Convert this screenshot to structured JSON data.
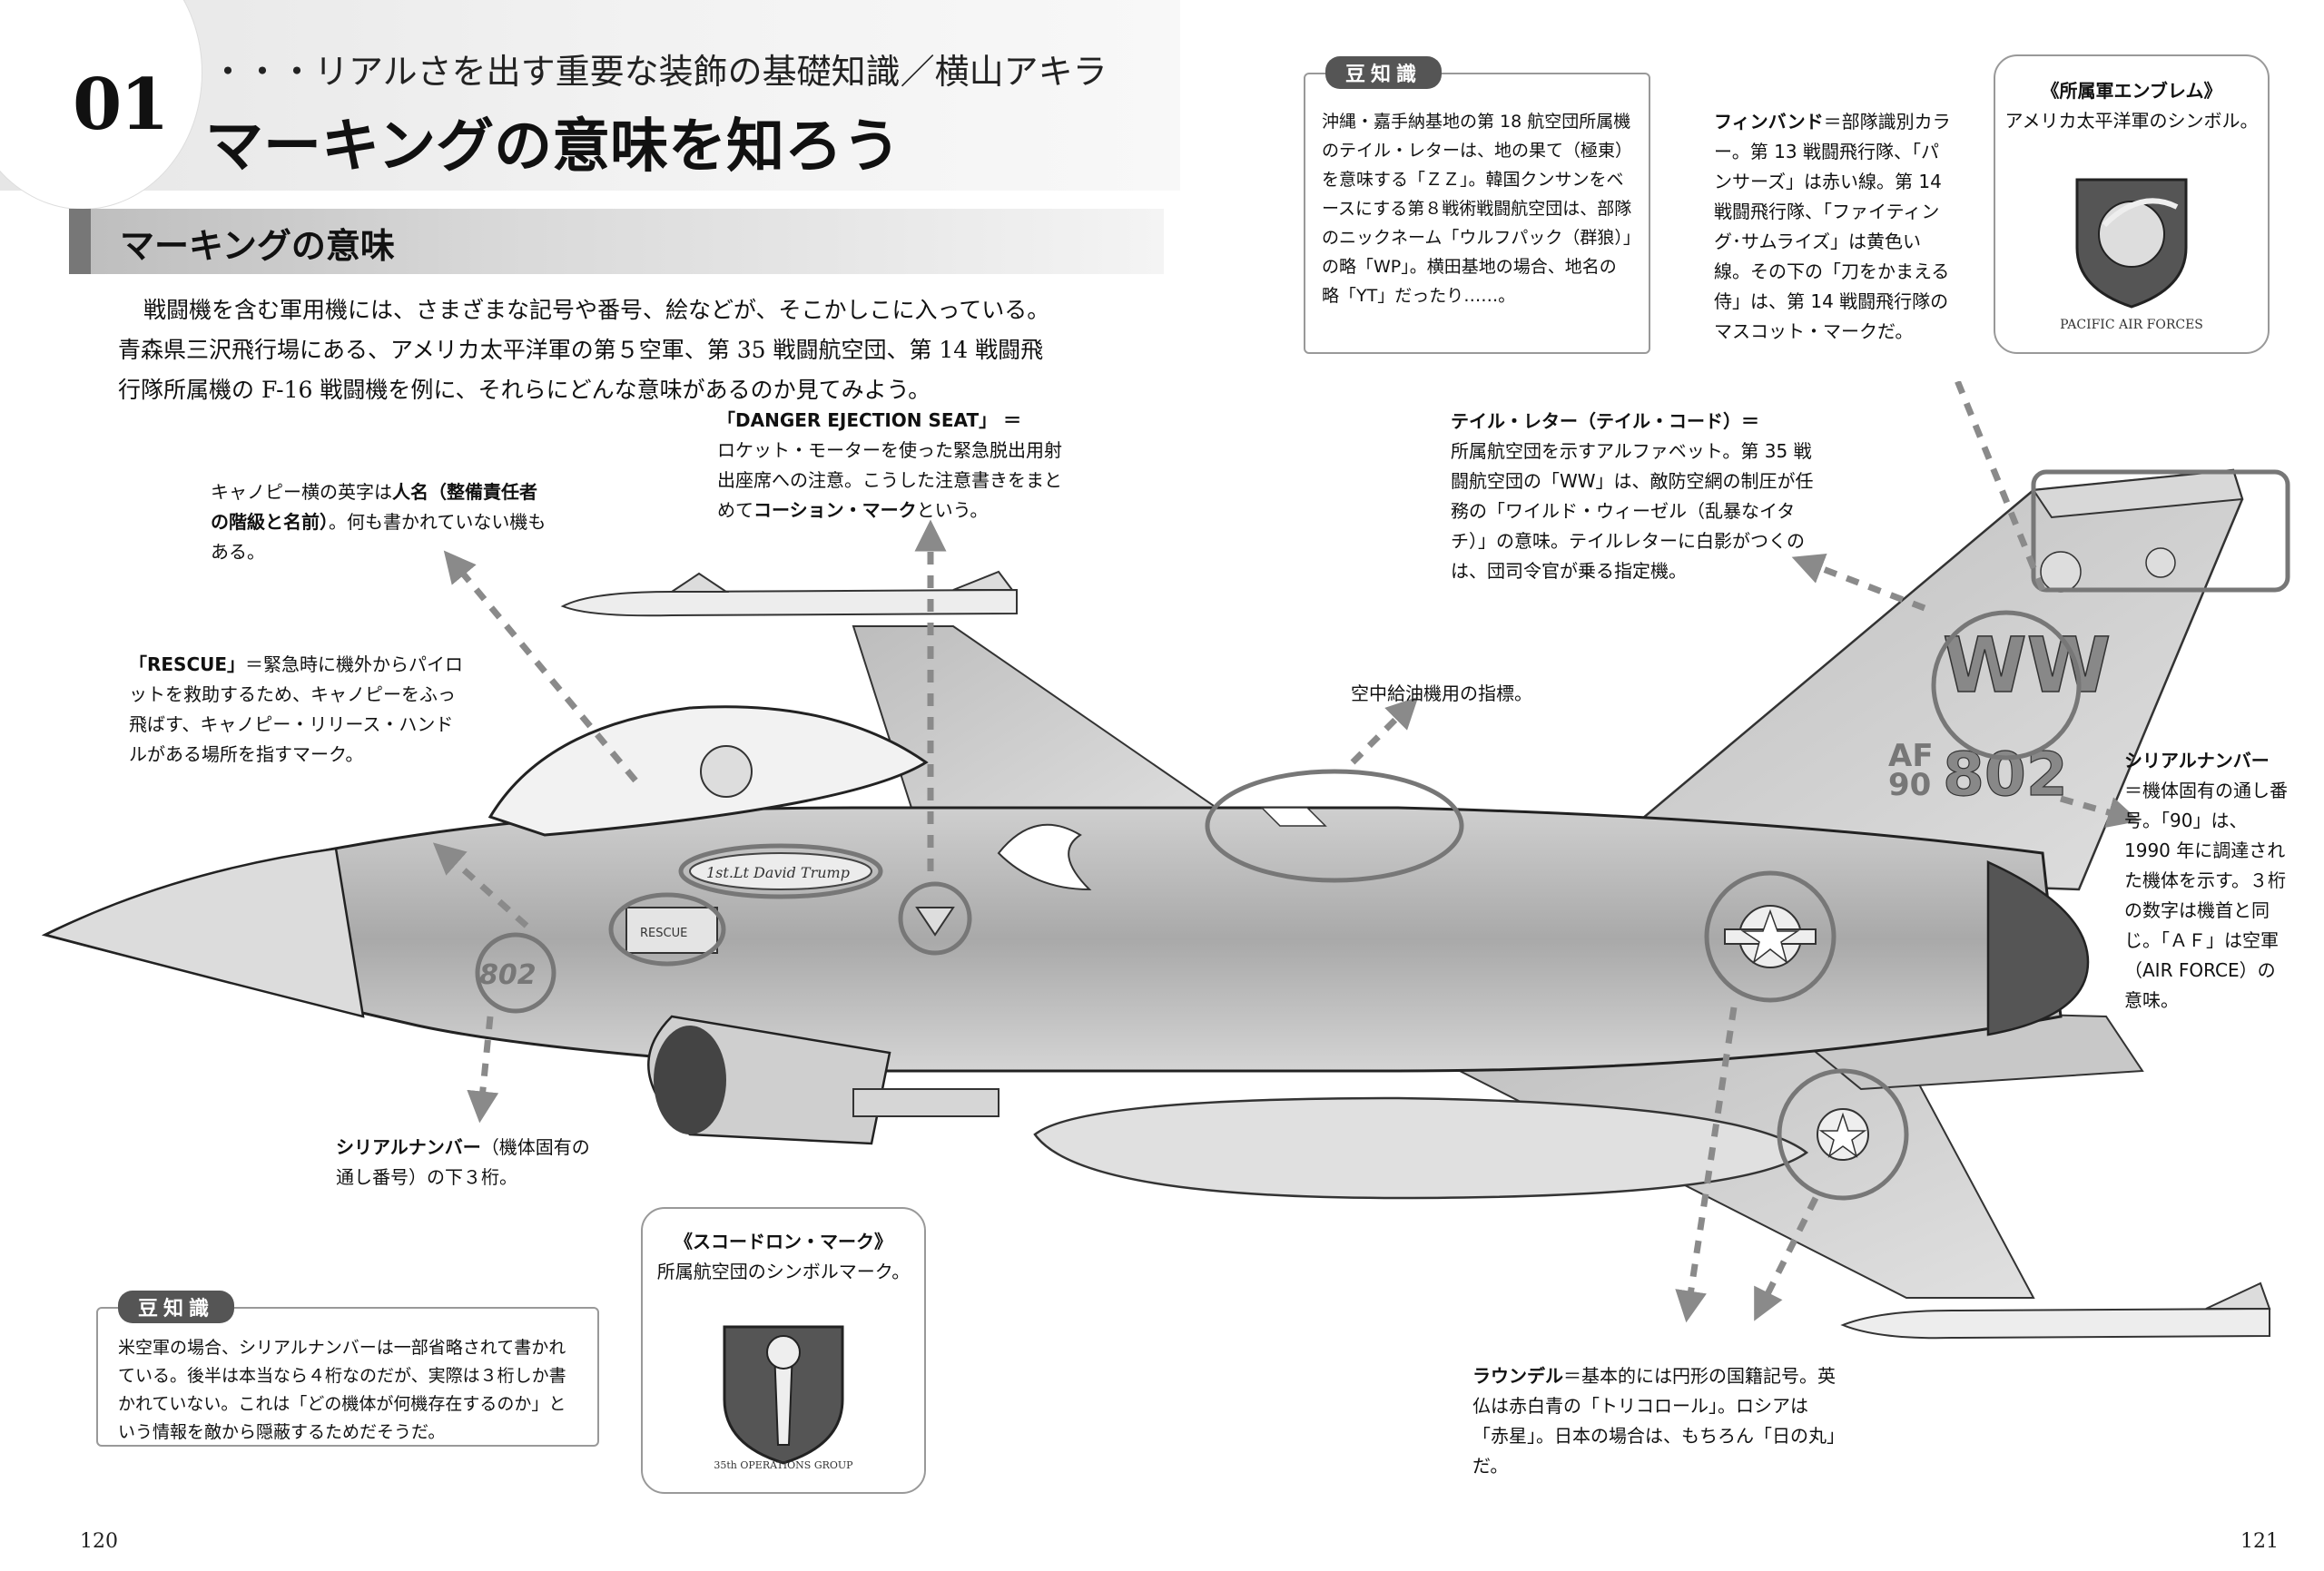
{
  "header": {
    "chapter_number": "01",
    "subtitle": "・・・リアルさを出す重要な装飾の基礎知識／横山アキラ",
    "title": "マーキングの意味を知ろう"
  },
  "section": {
    "title": "マーキングの意味",
    "intro": "戦闘機を含む軍用機には、さまざまな記号や番号、絵などが、そこかしこに入っている。青森県三沢飛行場にある、アメリカ太平洋軍の第５空軍、第 35 戦闘航空団、第 14 戦闘飛行隊所属機の F-16 戦闘機を例に、それらにどんな意味があるのか見てみよう。"
  },
  "callouts": {
    "danger": {
      "title": "「DANGER EJECTION SEAT」 ＝",
      "body": "ロケット・モーターを使った緊急脱出用射出座席への注意。こうした注意書きをまとめて",
      "em": "コーション・マーク",
      "tail": "という。"
    },
    "name": {
      "pre": "キャノピー横の英字は",
      "em": "人名（整備責任者の階級と名前）",
      "tail": "。何も書かれていない機もある。"
    },
    "rescue": {
      "title": "「RESCUE」",
      "body": "＝緊急時に機外からパイロットを救助するため、キャノピーをふっ飛ばす、キャノピー・リリース・ハンドルがある場所を指すマーク。"
    },
    "serial_nose": {
      "title": "シリアルナンバー",
      "body": "（機体固有の通し番号）の下３桁。"
    },
    "refuel": {
      "body": "空中給油機用の指標。"
    },
    "tail_letter": {
      "title": "テイル・レター（テイル・コード）＝",
      "body": "所属航空団を示すアルファベット。第 35 戦闘航空団の「WW」は、敵防空網の制圧が任務の「ワイルド・ウィーゼル（乱暴なイタチ）」の意味。テイルレターに白影がつくのは、団司令官が乗る指定機。"
    },
    "fin_band": {
      "title": "フィンバンド",
      "body": "＝部隊識別カラー。第 13 戦闘飛行隊、「パンサーズ」は赤い線。第 14 戦闘飛行隊、「ファイティング･サムライズ」は黄色い線。その下の「刀をかまえる侍」は、第 14 戦闘飛行隊のマスコット・マークだ。"
    },
    "serial_tail": {
      "title": "シリアルナンバー",
      "body": "＝機体固有の通し番号。「90」は、1990 年に調達された機体を示す。３桁の数字は機首と同じ。「ＡＦ」は空軍（AIR FORCE）の意味。"
    },
    "roundel": {
      "title": "ラウンデル",
      "body": "＝基本的には円形の国籍記号。英仏は赤白青の「トリコロール」。ロシアは「赤星」。日本の場合は、もちろん「日の丸」だ。"
    }
  },
  "boxes": {
    "trivia_top": {
      "tab": "豆知識",
      "body": "沖縄・嘉手納基地の第 18 航空団所属機のテイル・レターは、地の果て（極東）を意味する「ＺＺ」。韓国クンサンをベースにする第８戦術戦闘航空団は、部隊のニックネーム「ウルフパック（群狼）」の略「WP」。横田基地の場合、地名の略「YT」だったり……。"
    },
    "trivia_bottom": {
      "tab": "豆知識",
      "body": "米空軍の場合、シリアルナンバーは一部省略されて書かれている。後半は本当なら４桁なのだが、実際は３桁しか書かれていない。これは「どの機体が何機存在するのか」という情報を敵から隠蔽するためだそうだ。"
    },
    "squadron": {
      "title": "《スコードロン・マーク》",
      "body": "所属航空団のシンボルマーク。",
      "emblem_text": "35th OPERATIONS GROUP"
    },
    "emblem": {
      "title": "《所属軍エンブレム》",
      "body": "アメリカ太平洋軍のシンボル。",
      "emblem_text": "PACIFIC AIR FORCES"
    }
  },
  "aircraft_markings": {
    "tail_code": "WW",
    "tail_af": "AF",
    "tail_year": "90",
    "tail_number": "802",
    "nose_number": "802",
    "canopy_name": "1st.Lt David Trump",
    "rescue_label": "RESCUE"
  },
  "pages": {
    "left": "120",
    "right": "121"
  },
  "colors": {
    "accent_gray": "#555555",
    "dash_arrow": "#8a8a8a",
    "highlight_circle": "#777777"
  }
}
